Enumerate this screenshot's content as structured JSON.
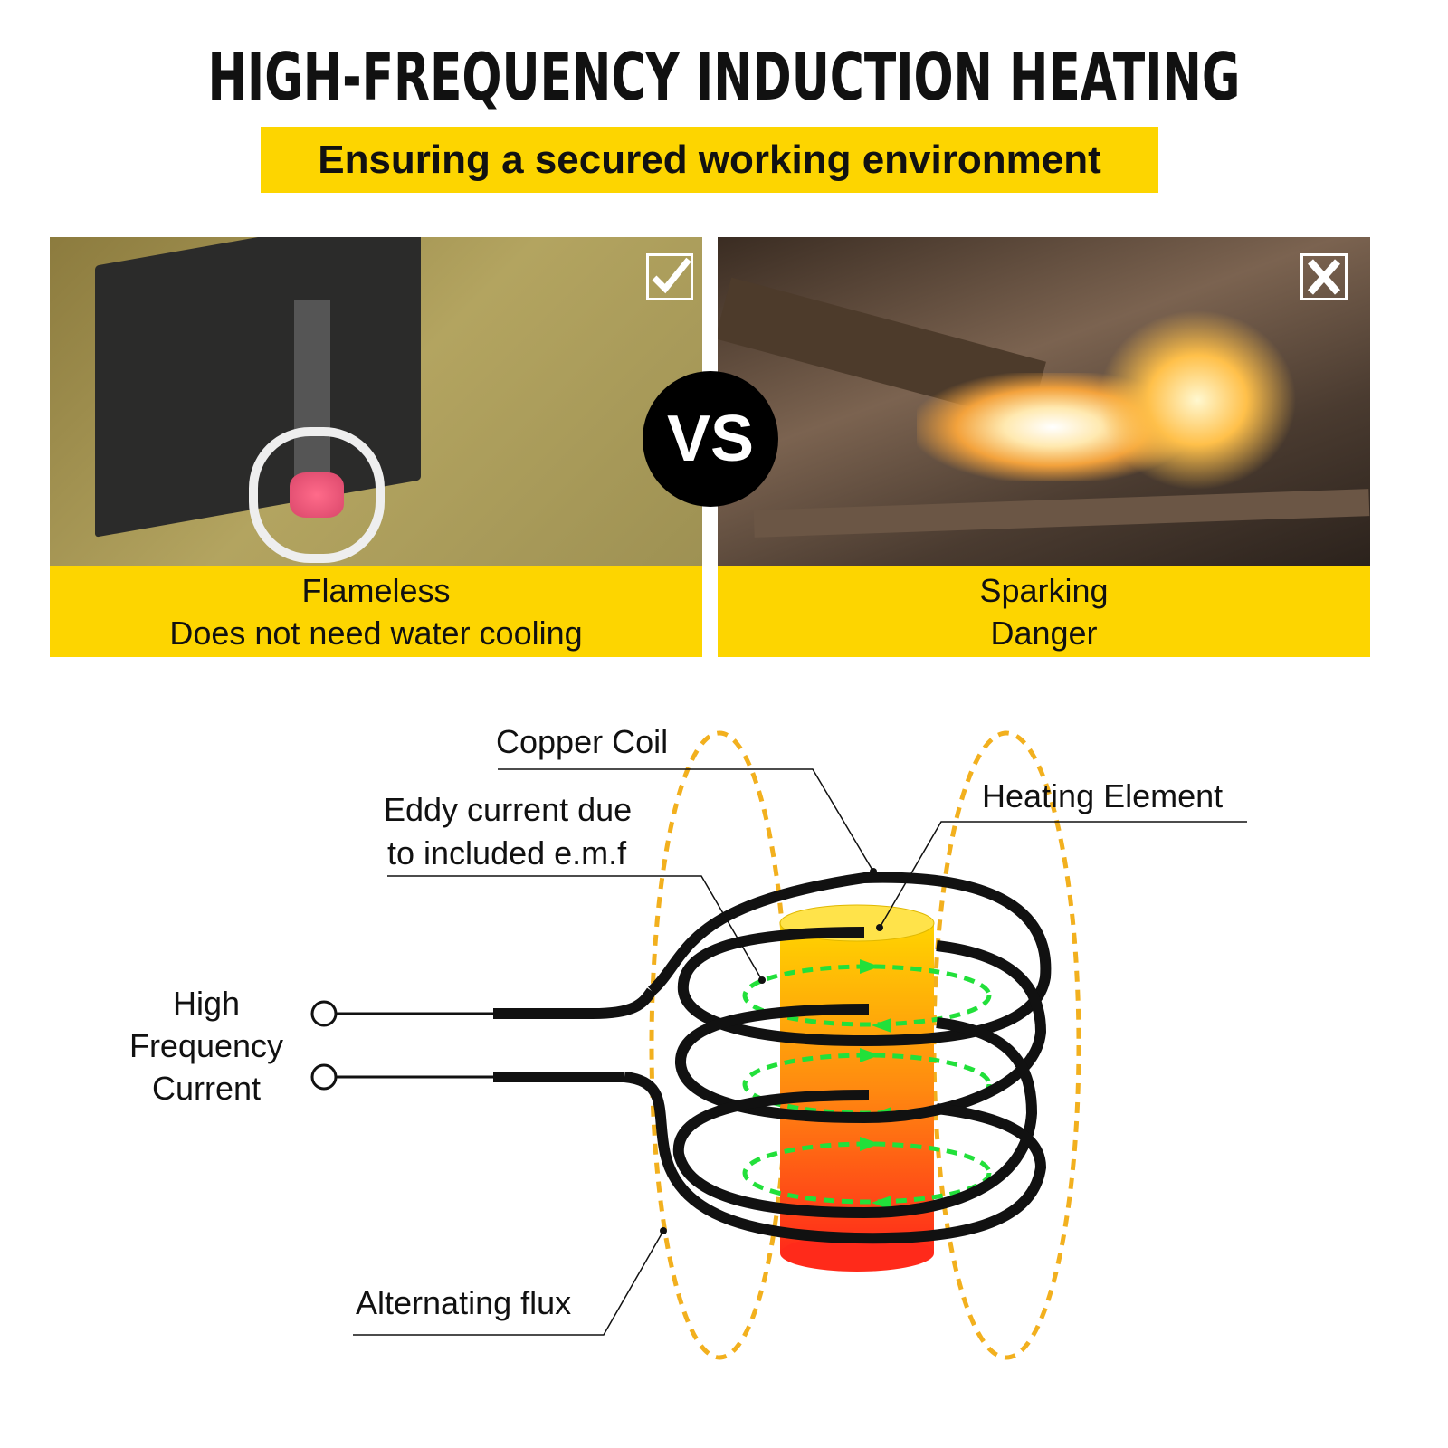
{
  "header": {
    "title": "HIGH-FREQUENCY INDUCTION HEATING",
    "subtitle": "Ensuring a secured working environment"
  },
  "comparison": {
    "left": {
      "icon": "checkmark-icon",
      "line1": "Flameless",
      "line2": "Does not need water cooling"
    },
    "vs": "VS",
    "right": {
      "icon": "x-icon",
      "line1": "Sparking",
      "line2": "Danger"
    }
  },
  "diagram": {
    "labels": {
      "copper_coil": "Copper Coil",
      "heating_element": "Heating Element",
      "eddy_line1": "Eddy current due",
      "eddy_line2": "to included e.m.f",
      "hf_line1": "High",
      "hf_line2": "Frequency",
      "hf_line3": "Current",
      "flux": "Alternating flux"
    },
    "colors": {
      "accent": "#fdd500",
      "flux": "#f2b01e",
      "eddy": "#22e03a",
      "coil": "#111111",
      "element_top": "#ffd400",
      "element_bottom": "#ff2a1a"
    }
  }
}
